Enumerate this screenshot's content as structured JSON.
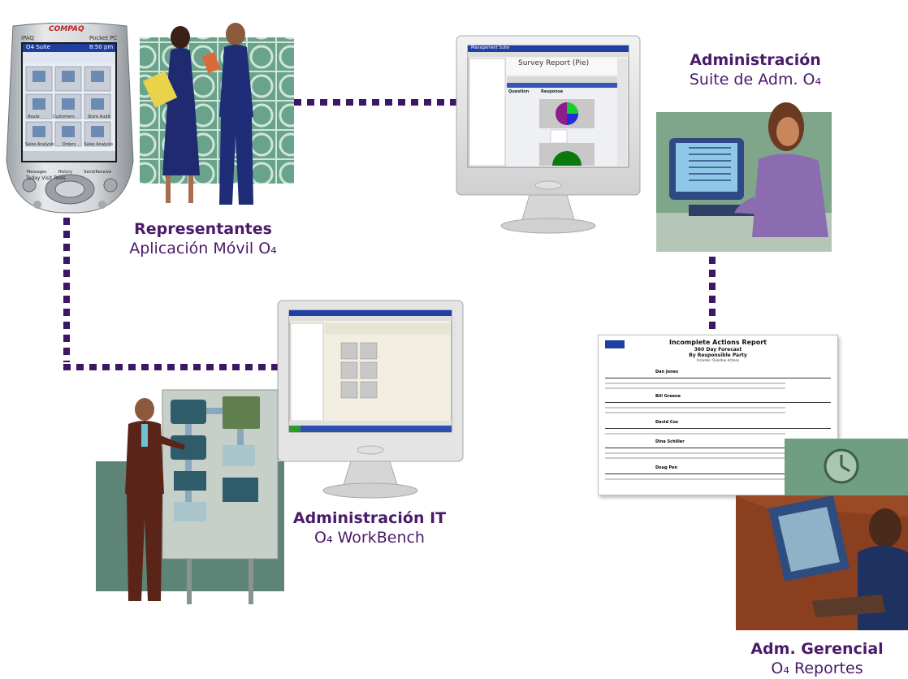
{
  "colors": {
    "label": "#4a1a6b",
    "connector": "#3b1766"
  },
  "nodes": {
    "mobile": {
      "title": "Representantes",
      "subtitle": "Aplicación Móvil O₄"
    },
    "admin": {
      "title": "Administración",
      "subtitle": "Suite de Adm. O₄"
    },
    "it": {
      "title": "Administración IT",
      "subtitle": "O₄ WorkBench"
    },
    "mgmt": {
      "title": "Adm. Gerencial",
      "subtitle": "O₄ Reportes"
    }
  },
  "pda": {
    "brand": "COMPAQ",
    "model": "iPAQ",
    "sub_brand": "Pocket PC",
    "app_title": "O4 Suite",
    "time": "8:50 pm",
    "menu": [
      "Today",
      "Visit",
      "Tools"
    ],
    "apps": [
      "Route",
      "Customers",
      "Store Audit",
      "Sales Analysis",
      "Orders",
      "Sales Analysis",
      "Messages",
      "History",
      "Send/Receive"
    ]
  },
  "survey_window": {
    "title": "Management Suite",
    "heading": "Survey Report (Pie)",
    "col_question": "Question",
    "col_response": "Response"
  },
  "report": {
    "title": "Incomplete Actions Report",
    "subtitle1": "360 Day Forecast",
    "subtitle2": "By Responsible Party",
    "subtitle3": "Includes: Overdue Actions",
    "sections": [
      "Dan Jones",
      "Bill Greene",
      "David Cox",
      "Dina Schiller",
      "Doug Pen"
    ]
  }
}
